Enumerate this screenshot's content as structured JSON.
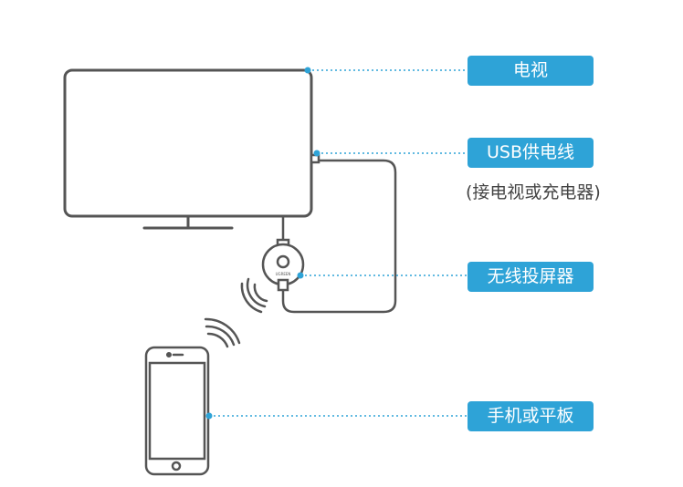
{
  "colors": {
    "accent": "#2ea3d7",
    "stroke": "#555555",
    "label_text": "#ffffff"
  },
  "labels": {
    "tv": "电视",
    "usb_cable": "USB供电线",
    "usb_cable_note": "(接电视或充电器)",
    "dongle": "无线投屏器",
    "phone": "手机或平板"
  },
  "dongle_brand": "UGREEN"
}
